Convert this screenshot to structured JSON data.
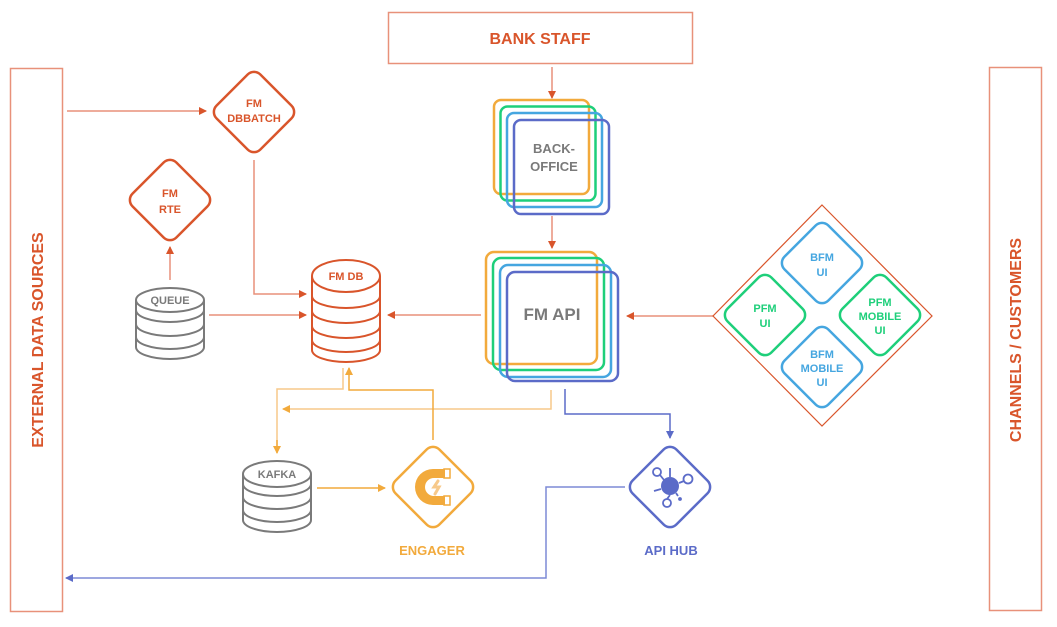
{
  "title": "FM Architecture Diagram",
  "colors": {
    "rust": "#d9552b",
    "salmon": "#e8917a",
    "gray": "#777777",
    "amber": "#f2aa3c",
    "amber_light": "#f7c98a",
    "green": "#1ecf7a",
    "sky": "#45a6e0",
    "indigo": "#5b6bc8"
  },
  "panels": {
    "external": "EXTERNAL DATA SOURCES",
    "channels": "CHANNELS / CUSTOMERS",
    "bank_staff": "BANK STAFF"
  },
  "nodes": {
    "dbbatch": [
      "FM",
      "DBBATCH"
    ],
    "rte": [
      "FM",
      "RTE"
    ],
    "queue": "QUEUE",
    "fmdb": "FM DB",
    "backoffice": [
      "BACK-",
      "OFFICE"
    ],
    "fmapi": "FM API",
    "kafka": "KAFKA",
    "engager": "ENGAGER",
    "apihub": "API HUB"
  },
  "channels": {
    "bfm_ui": [
      "BFM",
      "UI"
    ],
    "pfm_ui": [
      "PFM",
      "UI"
    ],
    "pfm_mobile_ui": [
      "PFM",
      "MOBILE",
      "UI"
    ],
    "bfm_mobile_ui": [
      "BFM",
      "MOBILE",
      "UI"
    ]
  },
  "edges": [
    {
      "from": "EXTERNAL DATA SOURCES",
      "to": "FM DBBATCH"
    },
    {
      "from": "FM DBBATCH",
      "to": "FM DB"
    },
    {
      "from": "QUEUE",
      "to": "FM RTE"
    },
    {
      "from": "QUEUE",
      "to": "FM DB"
    },
    {
      "from": "BANK STAFF",
      "to": "BACK-OFFICE"
    },
    {
      "from": "BACK-OFFICE",
      "to": "FM API"
    },
    {
      "from": "FM API",
      "to": "FM DB"
    },
    {
      "from": "CHANNELS",
      "to": "FM API"
    },
    {
      "from": "FM DB",
      "to": "KAFKA"
    },
    {
      "from": "FM API",
      "to": "KAFKA"
    },
    {
      "from": "KAFKA",
      "to": "ENGAGER"
    },
    {
      "from": "ENGAGER",
      "to": "FM DB"
    },
    {
      "from": "FM API",
      "to": "API HUB"
    },
    {
      "from": "API HUB",
      "to": "EXTERNAL DATA SOURCES"
    }
  ]
}
